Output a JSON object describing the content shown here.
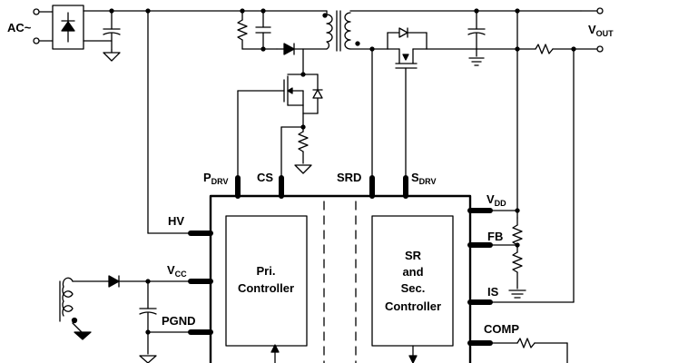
{
  "input": {
    "label": "AC~"
  },
  "output": {
    "label_main": "V",
    "label_sub": "OUT"
  },
  "pins_top": {
    "pdrv_main": "P",
    "pdrv_sub": "DRV",
    "cs": "CS",
    "srd": "SRD",
    "sdrv_main": "S",
    "sdrv_sub": "DRV"
  },
  "pins_left": {
    "hv": "HV",
    "vcc_main": "V",
    "vcc_sub": "CC",
    "pgnd": "PGND"
  },
  "pins_right": {
    "vdd_main": "V",
    "vdd_sub": "DD",
    "fb": "FB",
    "is": "IS",
    "comp": "COMP"
  },
  "blocks": {
    "primary_line1": "Pri.",
    "primary_line2": "Controller",
    "secondary_line1": "SR",
    "secondary_line2": "and",
    "secondary_line3": "Sec.",
    "secondary_line4": "Controller"
  }
}
